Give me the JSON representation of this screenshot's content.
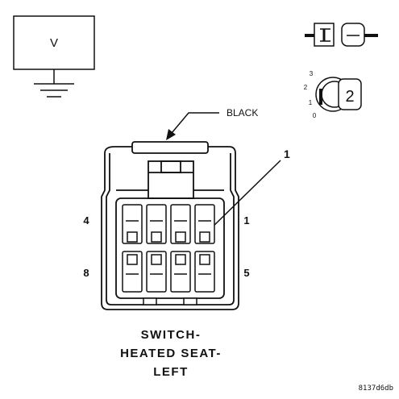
{
  "meter": {
    "symbol": "V"
  },
  "legend": {
    "view_number": "2",
    "scale": [
      "3",
      "2",
      "1",
      "0"
    ]
  },
  "callouts": {
    "color": "BLACK",
    "item_number": "1"
  },
  "pins": {
    "top_left": "4",
    "top_right": "1",
    "bottom_left": "8",
    "bottom_right": "5"
  },
  "caption": {
    "line1": "SWITCH-",
    "line2": "HEATED SEAT-",
    "line3": "LEFT"
  },
  "figure_id": "8137d6db"
}
